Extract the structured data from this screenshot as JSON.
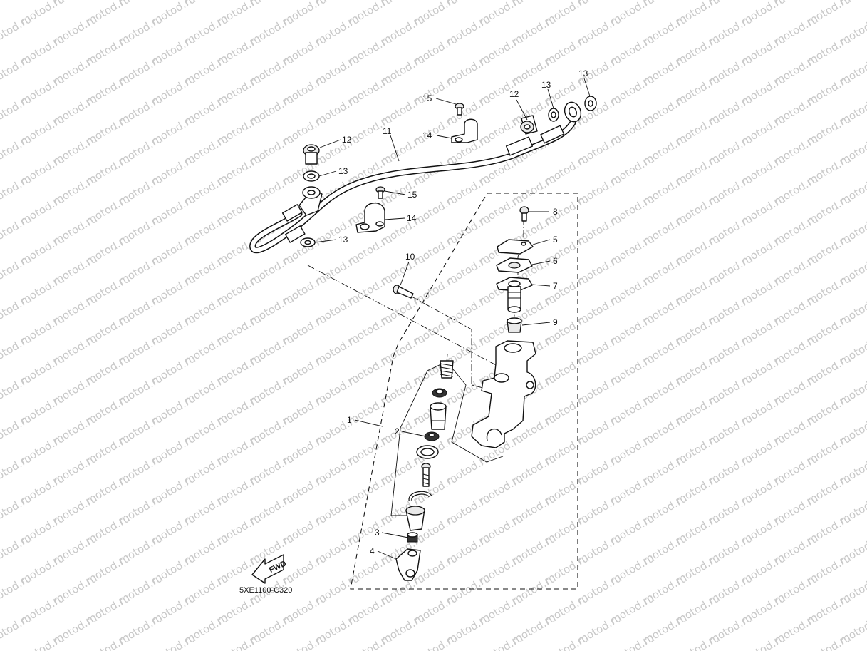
{
  "watermark": "motod.ru",
  "diagram_code": "5XE1100-C320",
  "fwd_label": "FWD",
  "callouts": {
    "c1": "1",
    "c2": "2",
    "c3": "3",
    "c4": "4",
    "c5": "5",
    "c6": "6",
    "c7": "7",
    "c8": "8",
    "c9": "9",
    "c10": "10",
    "c11": "11",
    "c12a": "12",
    "c12b": "12",
    "c13a": "13",
    "c13b": "13",
    "c13c": "13",
    "c13d": "13",
    "c14a": "14",
    "c14b": "14",
    "c15a": "15",
    "c15b": "15"
  }
}
